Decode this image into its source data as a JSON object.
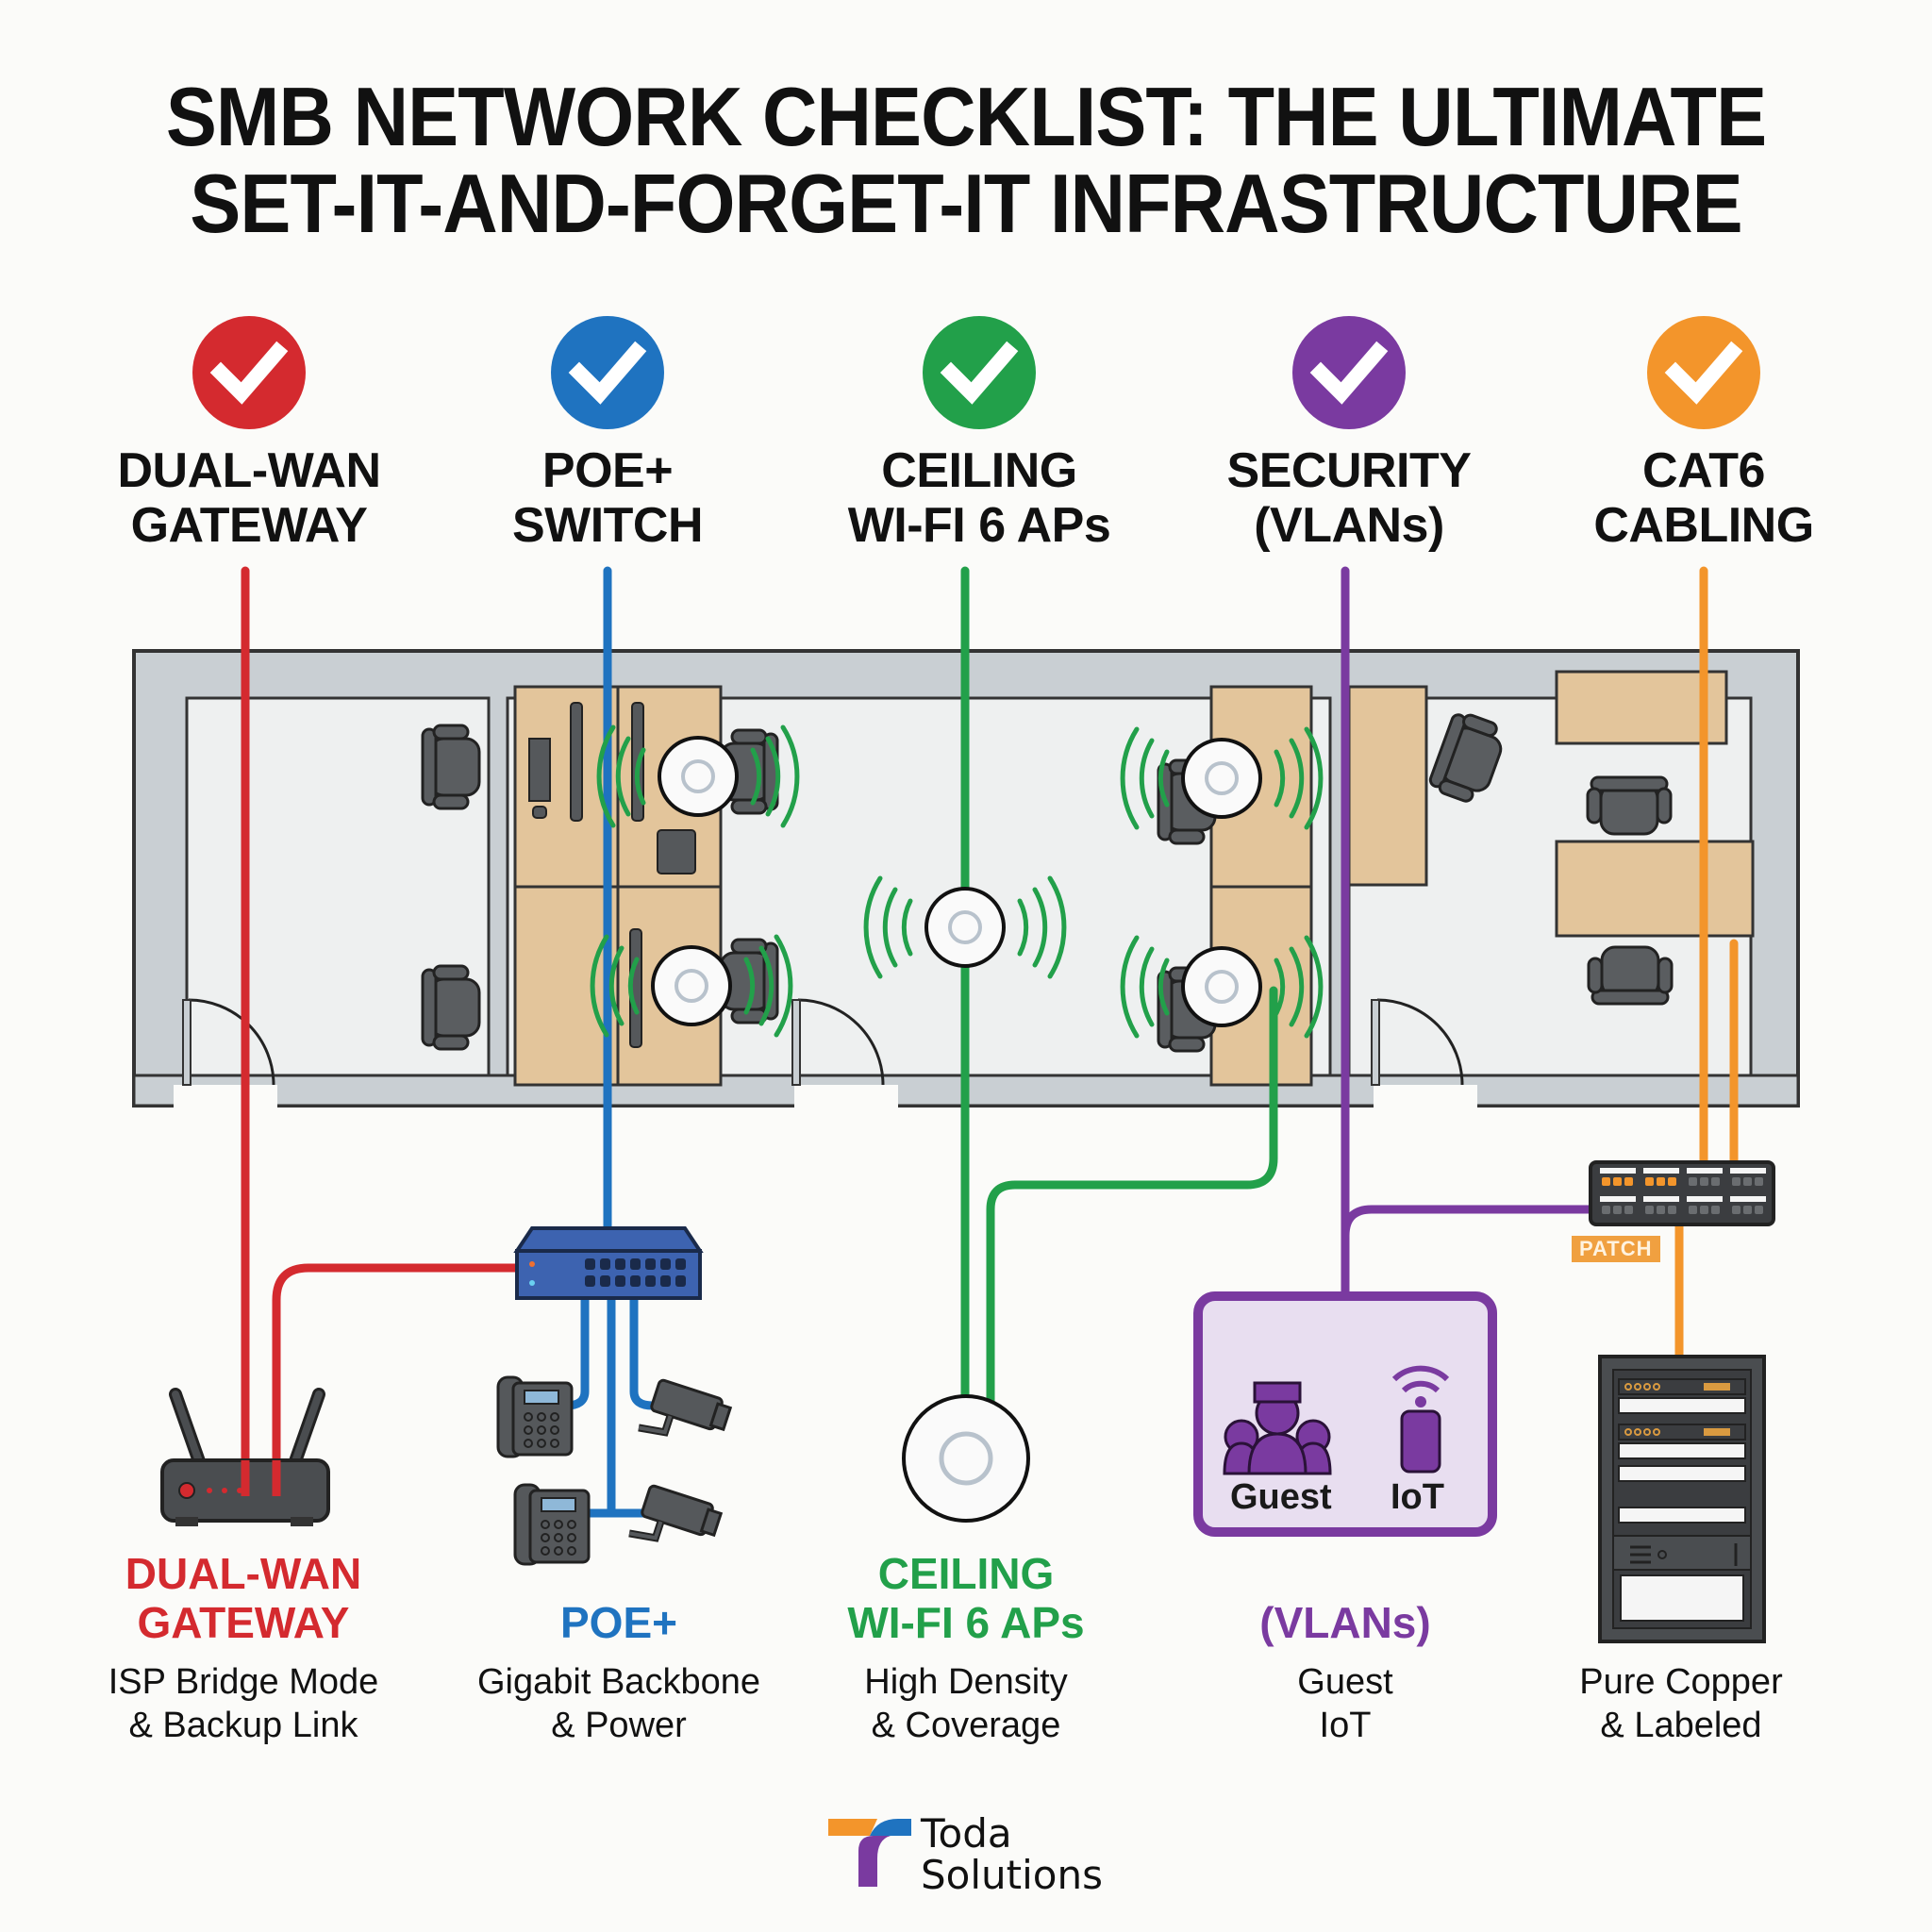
{
  "title": {
    "line1": "SMB NETWORK CHECKLIST: THE ULTIMATE",
    "line2": "SET-IT-AND-FORGET-IT INFRASTRUCTURE"
  },
  "colors": {
    "gateway": "#d42a2f",
    "switch": "#1f73c0",
    "wifi": "#22a04a",
    "security": "#7a3aa0",
    "cabling": "#f3952b",
    "wall": "#c9cfd3",
    "floor": "#eef0f0",
    "furniture": "#e3c59b",
    "device": "#55585b"
  },
  "checklist": [
    {
      "id": "gateway",
      "icon": "check-icon",
      "label_line1": "DUAL-WAN",
      "label_line2": "GATEWAY",
      "bottom_title_line1": "DUAL-WAN",
      "bottom_title_line2": "GATEWAY",
      "desc_line1": "ISP Bridge Mode",
      "desc_line2": "& Backup Link"
    },
    {
      "id": "switch",
      "icon": "check-icon",
      "label_line1": "POE+",
      "label_line2": "SWITCH",
      "bottom_title_line1": "",
      "bottom_title_line2": "POE+",
      "desc_line1": "Gigabit Backbone",
      "desc_line2": "& Power"
    },
    {
      "id": "wifi",
      "icon": "check-icon",
      "label_line1": "CEILING",
      "label_line2": "WI-FI 6 APs",
      "bottom_title_line1": "CEILING",
      "bottom_title_line2": "WI-FI 6 APs",
      "desc_line1": "High Density",
      "desc_line2": "& Coverage"
    },
    {
      "id": "security",
      "icon": "check-icon",
      "label_line1": "SECURITY",
      "label_line2": "(VLANs)",
      "bottom_title_line1": "",
      "bottom_title_line2": "(VLANs)",
      "desc_line1": "Guest",
      "desc_line2": "IoT"
    },
    {
      "id": "cabling",
      "icon": "check-icon",
      "label_line1": "CAT6",
      "label_line2": "CABLING",
      "bottom_title_line1": "",
      "bottom_title_line2": "",
      "desc_line1": "Pure Copper",
      "desc_line2": "& Labeled"
    }
  ],
  "vlan_box": {
    "guest_label": "Guest",
    "iot_label": "IoT"
  },
  "patch_panel": {
    "label": "PATCH"
  },
  "brand": {
    "line1": "Toda",
    "line2": "Solutions"
  }
}
